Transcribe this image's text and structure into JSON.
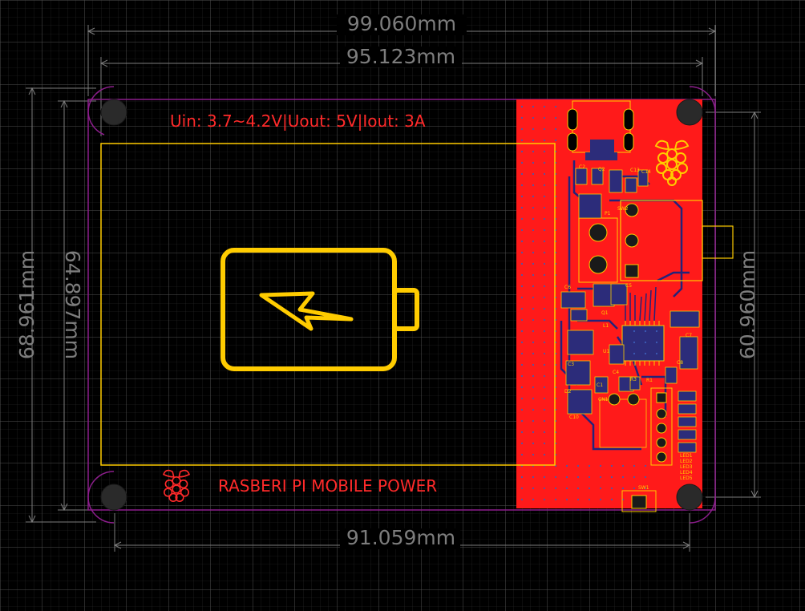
{
  "dimensions": {
    "top_outer": "99.060mm",
    "top_inner": "95.123mm",
    "bottom": "91.059mm",
    "left_outer": "68.961mm",
    "left_inner": "64.897mm",
    "right": "60.960mm"
  },
  "silkscreen": {
    "spec": "Uin: 3.7~4.2V|Uout: 5V|Iout: 3A",
    "title": "RASBERI PI MOBILE POWER"
  },
  "refdes": [
    "C2",
    "Q2",
    "C13",
    "C14",
    "SW2",
    "P1",
    "C6",
    "C5",
    "Q1",
    "L1",
    "C7",
    "U1",
    "C3",
    "C4",
    "R3",
    "C1",
    "CN1",
    "C10",
    "D2",
    "LED1",
    "LED2",
    "LED3",
    "LED4",
    "LED5",
    "SW1",
    "C8",
    "R1"
  ],
  "colors": {
    "board_red": "#ff1a1a",
    "silk_yellow": "#ffcc00",
    "silk_red": "#ff2a2a",
    "outline_purple": "#8c1e8c",
    "dimension_gray": "#7d7d7d"
  },
  "icons": [
    "battery-charging-icon",
    "raspberry-pi-logo-icon"
  ]
}
